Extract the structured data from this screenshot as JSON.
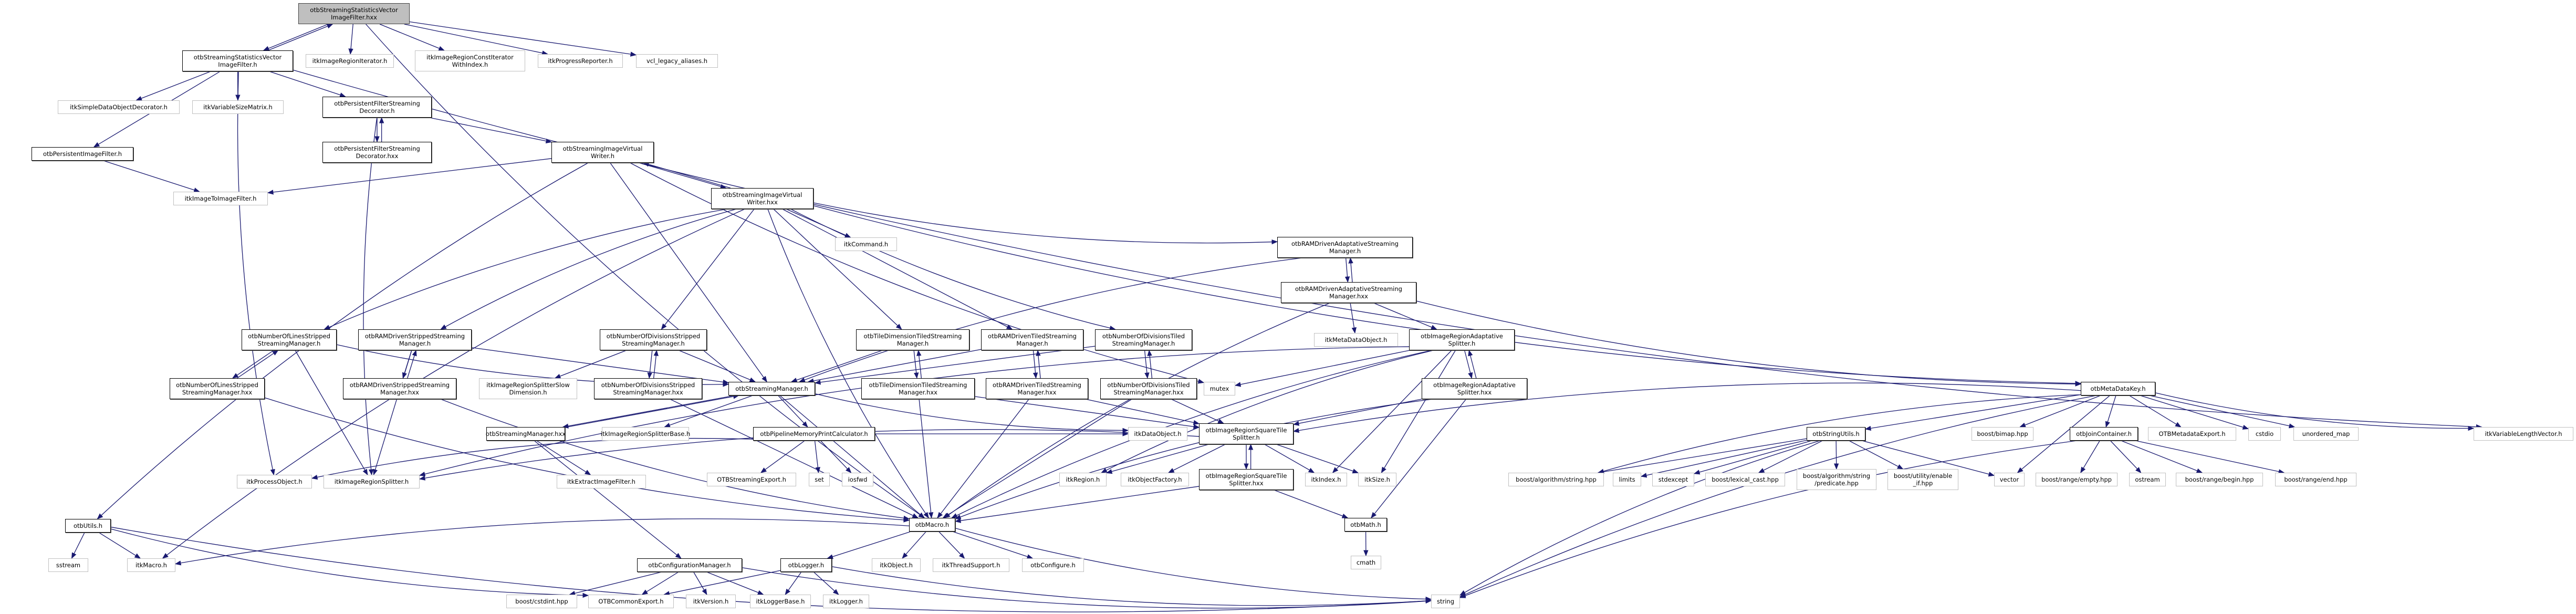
{
  "graph_title": "Include dependency graph for otbStreamingStatisticsVectorImageFilter.hxx",
  "edge_color": "#191970",
  "root_fill": "#bfbfbf",
  "nodes": {
    "root": "otbStreamingStatisticsVector\nImageFilter.hxx",
    "ssvif_h": "otbStreamingStatisticsVector\nImageFilter.h",
    "itkImageRegionIterator": "itkImageRegionIterator.h",
    "itkImageRegionConstIteratorWithIndex": "itkImageRegionConstIterator\nWithIndex.h",
    "itkProgressReporter": "itkProgressReporter.h",
    "vcl_legacy_aliases": "vcl_legacy_aliases.h",
    "itkSimpleDataObjectDecorator": "itkSimpleDataObjectDecorator.h",
    "itkVariableSizeMatrix": "itkVariableSizeMatrix.h",
    "pfsd_h": "otbPersistentFilterStreaming\nDecorator.h",
    "pfsd_hxx": "otbPersistentFilterStreaming\nDecorator.hxx",
    "otbPersistentImageFilter": "otbPersistentImageFilter.h",
    "itkImageToImageFilter": "itkImageToImageFilter.h",
    "sivw_h": "otbStreamingImageVirtual\nWriter.h",
    "sivw_hxx": "otbStreamingImageVirtual\nWriter.hxx",
    "itkCommand": "itkCommand.h",
    "ramadapt_h": "otbRAMDrivenAdaptativeStreaming\nManager.h",
    "ramadapt_hxx": "otbRAMDrivenAdaptativeStreaming\nManager.hxx",
    "itkMetaDataObject": "itkMetaDataObject.h",
    "iras_h": "otbImageRegionAdaptative\nSplitter.h",
    "iras_hxx": "otbImageRegionAdaptative\nSplitter.hxx",
    "nols_h": "otbNumberOfLinesStripped\nStreamingManager.h",
    "nols_hxx": "otbNumberOfLinesStripped\nStreamingManager.hxx",
    "rams_h": "otbRAMDrivenStrippedStreaming\nManager.h",
    "rams_hxx": "otbRAMDrivenStrippedStreaming\nManager.hxx",
    "nods_h": "otbNumberOfDivisionsStripped\nStreamingManager.h",
    "nods_hxx": "otbNumberOfDivisionsStripped\nStreamingManager.hxx",
    "itkImageRegionSplitterSlowDimension": "itkImageRegionSplitterSlow\nDimension.h",
    "tdts_h": "otbTileDimensionTiledStreaming\nManager.h",
    "tdts_hxx": "otbTileDimensionTiledStreaming\nManager.hxx",
    "ramt_h": "otbRAMDrivenTiledStreaming\nManager.h",
    "ramt_hxx": "otbRAMDrivenTiledStreaming\nManager.hxx",
    "nodt_h": "otbNumberOfDivisionsTiled\nStreamingManager.h",
    "nodt_hxx": "otbNumberOfDivisionsTiled\nStreamingManager.hxx",
    "mutex": "mutex",
    "sm_h": "otbStreamingManager.h",
    "sm_hxx": "otbStreamingManager.hxx",
    "itkImageRegionSplitterBase": "itkImageRegionSplitterBase.h",
    "pmpc": "otbPipelineMemoryPrintCalculator.h",
    "itkDataObject": "itkDataObject.h",
    "irst_h": "otbImageRegionSquareTile\nSplitter.h",
    "irst_hxx": "otbImageRegionSquareTile\nSplitter.hxx",
    "itkProcessObject": "itkProcessObject.h",
    "itkImageRegionSplitter": "itkImageRegionSplitter.h",
    "itkExtractImageFilter": "itkExtractImageFilter.h",
    "OTBStreamingExport": "OTBStreamingExport.h",
    "set": "set",
    "iosfwd": "iosfwd",
    "itkRegion": "itkRegion.h",
    "itkObjectFactory": "itkObjectFactory.h",
    "itkIndex": "itkIndex.h",
    "itkSize": "itkSize.h",
    "otbMath": "otbMath.h",
    "cmath": "cmath",
    "otbUtils": "otbUtils.h",
    "sstream": "sstream",
    "itkMacro": "itkMacro.h",
    "otbMacro": "otbMacro.h",
    "otbConfigurationManager": "otbConfigurationManager.h",
    "otbLogger": "otbLogger.h",
    "itkObject": "itkObject.h",
    "itkThreadSupport": "itkThreadSupport.h",
    "otbConfigure": "otbConfigure.h",
    "boost_cstdint": "boost/cstdint.hpp",
    "OTBCommonExport": "OTBCommonExport.h",
    "itkVersion": "itkVersion.h",
    "itkLoggerBase": "itkLoggerBase.h",
    "itkLogger": "itkLogger.h",
    "string": "string",
    "otbMetaDataKey": "otbMetaDataKey.h",
    "otbStringUtils": "otbStringUtils.h",
    "boost_bimap": "boost/bimap.hpp",
    "otbJoinContainer": "otbJoinContainer.h",
    "OTBMetadataExport": "OTBMetadataExport.h",
    "cstdio": "cstdio",
    "unordered_map": "unordered_map",
    "itkVariableLengthVector": "itkVariableLengthVector.h",
    "boost_alg_string": "boost/algorithm/string.hpp",
    "limits": "limits",
    "stdexcept": "stdexcept",
    "boost_lexical_cast": "boost/lexical_cast.hpp",
    "boost_alg_predicate": "boost/algorithm/string\n/predicate.hpp",
    "boost_enable_if": "boost/utility/enable\n_if.hpp",
    "vector": "vector",
    "boost_range_empty": "boost/range/empty.hpp",
    "ostream": "ostream",
    "boost_range_begin": "boost/range/begin.hpp",
    "boost_range_end": "boost/range/end.hpp"
  },
  "edges": [
    [
      "root",
      "ssvif_h"
    ],
    [
      "root",
      "itkImageRegionIterator"
    ],
    [
      "root",
      "itkImageRegionConstIteratorWithIndex"
    ],
    [
      "root",
      "itkProgressReporter"
    ],
    [
      "root",
      "vcl_legacy_aliases"
    ],
    [
      "root",
      "otbMacro"
    ],
    [
      "ssvif_h",
      "root"
    ],
    [
      "ssvif_h",
      "itkSimpleDataObjectDecorator"
    ],
    [
      "ssvif_h",
      "itkVariableSizeMatrix"
    ],
    [
      "ssvif_h",
      "pfsd_h"
    ],
    [
      "ssvif_h",
      "otbPersistentImageFilter"
    ],
    [
      "ssvif_h",
      "itkVariableLengthVector"
    ],
    [
      "ssvif_h",
      "itkProcessObject"
    ],
    [
      "pfsd_h",
      "pfsd_hxx"
    ],
    [
      "pfsd_hxx",
      "pfsd_h"
    ],
    [
      "pfsd_h",
      "sivw_h"
    ],
    [
      "pfsd_h",
      "itkImageRegionSplitter"
    ],
    [
      "otbPersistentImageFilter",
      "itkImageToImageFilter"
    ],
    [
      "sivw_h",
      "itkImageToImageFilter"
    ],
    [
      "sivw_h",
      "sivw_hxx"
    ],
    [
      "sivw_hxx",
      "sivw_h"
    ],
    [
      "sivw_h",
      "sm_h"
    ],
    [
      "sivw_h",
      "otbUtils"
    ],
    [
      "sivw_h",
      "mutex"
    ],
    [
      "sivw_hxx",
      "itkCommand"
    ],
    [
      "sivw_hxx",
      "ramadapt_h"
    ],
    [
      "sivw_hxx",
      "nols_h"
    ],
    [
      "sivw_hxx",
      "rams_h"
    ],
    [
      "sivw_hxx",
      "nods_h"
    ],
    [
      "sivw_hxx",
      "tdts_h"
    ],
    [
      "sivw_hxx",
      "ramt_h"
    ],
    [
      "sivw_hxx",
      "nodt_h"
    ],
    [
      "sivw_hxx",
      "otbMacro"
    ],
    [
      "sivw_hxx",
      "itkMacro"
    ],
    [
      "sivw_hxx",
      "otbMetaDataKey"
    ],
    [
      "ramadapt_h",
      "ramadapt_hxx"
    ],
    [
      "ramadapt_hxx",
      "ramadapt_h"
    ],
    [
      "ramadapt_h",
      "sm_h"
    ],
    [
      "ramadapt_hxx",
      "itkMetaDataObject"
    ],
    [
      "ramadapt_hxx",
      "iras_h"
    ],
    [
      "ramadapt_hxx",
      "otbMacro"
    ],
    [
      "ramadapt_hxx",
      "otbMetaDataKey"
    ],
    [
      "iras_h",
      "iras_hxx"
    ],
    [
      "iras_hxx",
      "iras_h"
    ],
    [
      "iras_h",
      "mutex"
    ],
    [
      "iras_h",
      "itkRegion"
    ],
    [
      "iras_h",
      "itkIndex"
    ],
    [
      "iras_h",
      "itkSize"
    ],
    [
      "iras_h",
      "itkImageRegionSplitter"
    ],
    [
      "iras_h",
      "otbMacro"
    ],
    [
      "iras_hxx",
      "irst_h"
    ],
    [
      "iras_hxx",
      "otbMath"
    ],
    [
      "iras_hxx",
      "otbMacro"
    ],
    [
      "nols_h",
      "nols_hxx"
    ],
    [
      "nols_hxx",
      "nols_h"
    ],
    [
      "nols_h",
      "sm_h"
    ],
    [
      "nols_h",
      "itkImageRegionSplitter"
    ],
    [
      "nols_hxx",
      "otbMacro"
    ],
    [
      "rams_h",
      "rams_hxx"
    ],
    [
      "rams_hxx",
      "rams_h"
    ],
    [
      "rams_h",
      "sm_h"
    ],
    [
      "rams_h",
      "itkImageRegionSplitter"
    ],
    [
      "rams_hxx",
      "otbMacro"
    ],
    [
      "nods_h",
      "nods_hxx"
    ],
    [
      "nods_hxx",
      "nods_h"
    ],
    [
      "nods_h",
      "sm_h"
    ],
    [
      "nods_h",
      "itkImageRegionSplitterSlowDimension"
    ],
    [
      "nods_hxx",
      "otbMacro"
    ],
    [
      "tdts_h",
      "tdts_hxx"
    ],
    [
      "tdts_hxx",
      "tdts_h"
    ],
    [
      "tdts_h",
      "sm_h"
    ],
    [
      "tdts_hxx",
      "otbMacro"
    ],
    [
      "tdts_hxx",
      "irst_h"
    ],
    [
      "ramt_h",
      "ramt_hxx"
    ],
    [
      "ramt_hxx",
      "ramt_h"
    ],
    [
      "ramt_h",
      "sm_h"
    ],
    [
      "ramt_hxx",
      "otbMacro"
    ],
    [
      "ramt_hxx",
      "irst_h"
    ],
    [
      "nodt_h",
      "nodt_hxx"
    ],
    [
      "nodt_hxx",
      "nodt_h"
    ],
    [
      "nodt_h",
      "sm_h"
    ],
    [
      "nodt_hxx",
      "otbMacro"
    ],
    [
      "nodt_hxx",
      "irst_h"
    ],
    [
      "sm_h",
      "sm_hxx"
    ],
    [
      "sm_hxx",
      "sm_h"
    ],
    [
      "sm_h",
      "itkImageRegionSplitterBase"
    ],
    [
      "sm_h",
      "pmpc"
    ],
    [
      "sm_h",
      "itkDataObject"
    ],
    [
      "sm_h",
      "otbMacro"
    ],
    [
      "sm_hxx",
      "itkExtractImageFilter"
    ],
    [
      "sm_hxx",
      "otbConfigurationManager"
    ],
    [
      "pmpc",
      "itkProcessObject"
    ],
    [
      "pmpc",
      "OTBStreamingExport"
    ],
    [
      "pmpc",
      "set"
    ],
    [
      "pmpc",
      "iosfwd"
    ],
    [
      "pmpc",
      "itkDataObject"
    ],
    [
      "irst_h",
      "irst_hxx"
    ],
    [
      "irst_hxx",
      "irst_h"
    ],
    [
      "irst_h",
      "itkRegion"
    ],
    [
      "irst_h",
      "itkObjectFactory"
    ],
    [
      "irst_h",
      "itkIndex"
    ],
    [
      "irst_h",
      "itkSize"
    ],
    [
      "irst_h",
      "itkImageRegionSplitter"
    ],
    [
      "irst_hxx",
      "otbMath"
    ],
    [
      "irst_hxx",
      "otbMacro"
    ],
    [
      "otbMath",
      "cmath"
    ],
    [
      "otbUtils",
      "sstream"
    ],
    [
      "otbUtils",
      "itkMacro"
    ],
    [
      "otbUtils",
      "OTBCommonExport"
    ],
    [
      "otbUtils",
      "string"
    ],
    [
      "otbMacro",
      "itkMacro"
    ],
    [
      "otbMacro",
      "otbLogger"
    ],
    [
      "otbMacro",
      "itkObject"
    ],
    [
      "otbMacro",
      "itkThreadSupport"
    ],
    [
      "otbMacro",
      "otbConfigure"
    ],
    [
      "otbMacro",
      "string"
    ],
    [
      "otbConfigurationManager",
      "boost_cstdint"
    ],
    [
      "otbConfigurationManager",
      "OTBCommonExport"
    ],
    [
      "otbConfigurationManager",
      "itkVersion"
    ],
    [
      "otbConfigurationManager",
      "itkLoggerBase"
    ],
    [
      "otbConfigurationManager",
      "string"
    ],
    [
      "otbLogger",
      "OTBCommonExport"
    ],
    [
      "otbLogger",
      "itkLoggerBase"
    ],
    [
      "otbLogger",
      "itkLogger"
    ],
    [
      "otbLogger",
      "string"
    ],
    [
      "otbMetaDataKey",
      "otbStringUtils"
    ],
    [
      "otbMetaDataKey",
      "boost_bimap"
    ],
    [
      "otbMetaDataKey",
      "otbJoinContainer"
    ],
    [
      "otbMetaDataKey",
      "OTBMetadataExport"
    ],
    [
      "otbMetaDataKey",
      "cstdio"
    ],
    [
      "otbMetaDataKey",
      "unordered_map"
    ],
    [
      "otbMetaDataKey",
      "itkVariableLengthVector"
    ],
    [
      "otbMetaDataKey",
      "vector"
    ],
    [
      "otbMetaDataKey",
      "boost_alg_string"
    ],
    [
      "otbMetaDataKey",
      "string"
    ],
    [
      "otbMetaDataKey",
      "irst_h"
    ],
    [
      "otbStringUtils",
      "boost_alg_string"
    ],
    [
      "otbStringUtils",
      "limits"
    ],
    [
      "otbStringUtils",
      "stdexcept"
    ],
    [
      "otbStringUtils",
      "boost_lexical_cast"
    ],
    [
      "otbStringUtils",
      "boost_alg_predicate"
    ],
    [
      "otbStringUtils",
      "boost_enable_if"
    ],
    [
      "otbStringUtils",
      "vector"
    ],
    [
      "otbStringUtils",
      "string"
    ],
    [
      "otbJoinContainer",
      "boost_range_empty"
    ],
    [
      "otbJoinContainer",
      "ostream"
    ],
    [
      "otbJoinContainer",
      "boost_range_begin"
    ],
    [
      "otbJoinContainer",
      "boost_range_end"
    ],
    [
      "otbJoinContainer",
      "string"
    ]
  ]
}
